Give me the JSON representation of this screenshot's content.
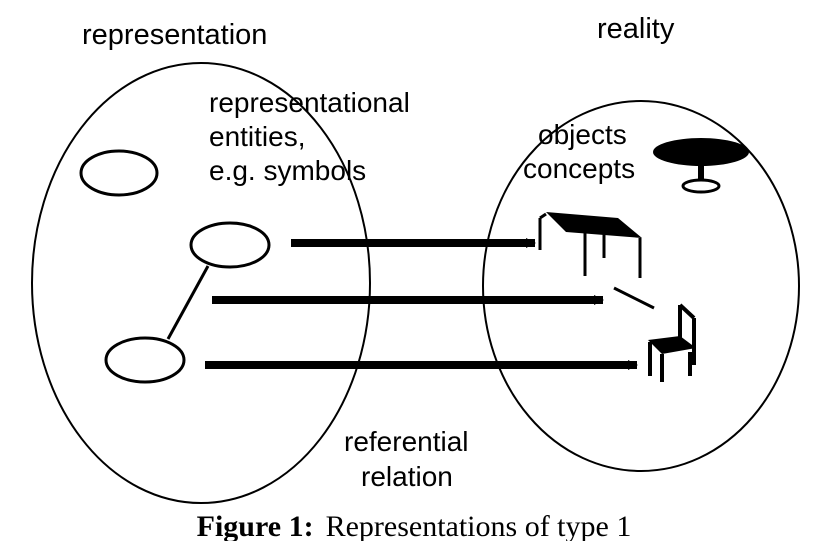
{
  "labels": {
    "representation": "representation",
    "reality": "reality",
    "rep_entities_line1": "representational",
    "rep_entities_line2": "entities,",
    "rep_entities_line3": "e.g. symbols",
    "objects": "objects",
    "concepts": "concepts",
    "referential_line1": "referential",
    "referential_line2": "relation"
  },
  "caption": {
    "prefix": "Figure 1:",
    "text": "Representations of type 1"
  },
  "colors": {
    "ink": "#000000",
    "background": "#ffffff"
  },
  "icons": [
    "round-table-icon",
    "table-icon",
    "chair-icon"
  ]
}
